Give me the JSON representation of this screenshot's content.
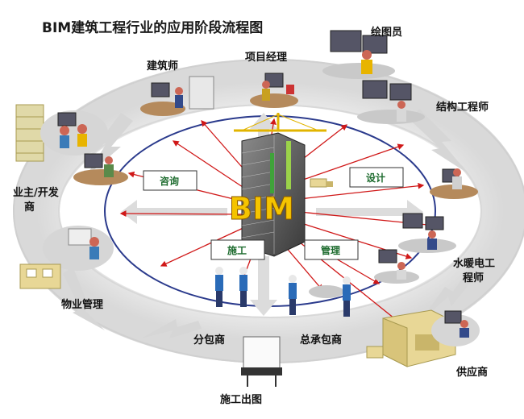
{
  "title": "BIM建筑工程行业的应用阶段流程图",
  "center_label": "BIM",
  "phases": {
    "consult": "咨询",
    "design": "设计",
    "construction": "施工",
    "management": "管理"
  },
  "roles": {
    "architect": "建筑师",
    "project_manager": "项目经理",
    "draftsman": "绘图员",
    "structural_engineer": "结构工程师",
    "owner_line1": "业主/开发",
    "owner_line2": "商",
    "mep_line1": "水暖电工",
    "mep_line2": "程师",
    "property_management": "物业管理",
    "subcontractor": "分包商",
    "general_contractor": "总承包商",
    "supplier": "供应商",
    "construction_drawing": "施工出图"
  },
  "colors": {
    "ring": "#e3e3e3",
    "ring_edge": "#c8c8c8",
    "orbit": "#2a3a8c",
    "ray": "#d01818",
    "phase_text": "#1d6b2e",
    "bim_text": "#f5c400"
  }
}
